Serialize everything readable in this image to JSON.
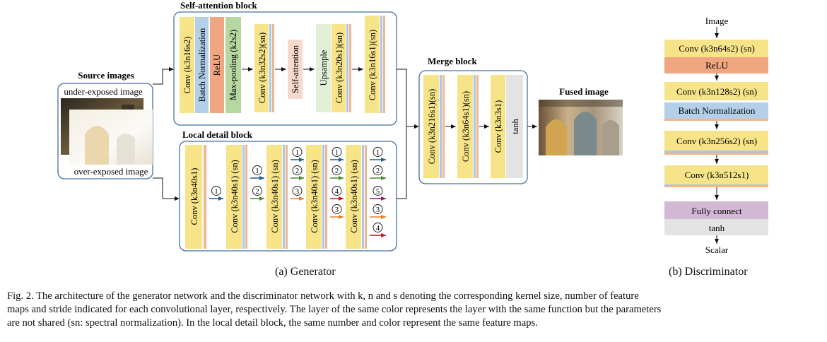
{
  "colors": {
    "conv": "#f7e489",
    "bn": "#b4cfe8",
    "relu": "#f0a680",
    "pool": "#b7d7a0",
    "sa": "#f7d9cc",
    "up": "#e2efd8",
    "tanh": "#e3e3e3",
    "fc": "#d3b8d6",
    "thin_orange": "#f2b68e",
    "thin_blue": "#a9c7e8",
    "box": "#47709e",
    "a1": "#1f5b96",
    "a2": "#4f8a2a",
    "a3": "#e87b27",
    "a4": "#c0161b",
    "a5": "#8b1a7a"
  },
  "generator": {
    "source": {
      "title": "Source images",
      "under": "under-exposed image",
      "over": "over-exposed image"
    },
    "sa": {
      "title": "Self-attention block",
      "conv1": "Conv (k3n16s2)",
      "bn": "Batch Normalization",
      "relu": "ReLU",
      "pool": "Max-pooling (k2s2)",
      "conv2": "Conv (k3n32s2)(sn)",
      "attn": "Self-attention",
      "up": "Upsample",
      "conv3": "Conv (k3n20s1)(sn)",
      "conv4": "Conv (k3n16s1)(sn)"
    },
    "ld": {
      "title": "Local detail block",
      "conv1": "Conv (k3n40s1)",
      "conv2": "Conv (k3n40s1) (sn)",
      "conv3": "Conv (k3n40s1) (sn)",
      "conv4": "Conv (k3n40s1) (sn)",
      "conv5": "Conv (k3n40s1) (sn)",
      "g1": [
        "1"
      ],
      "g2": [
        "1",
        "2"
      ],
      "g3": [
        "1",
        "2",
        "3"
      ],
      "g4": [
        "1",
        "2",
        "4",
        "3"
      ],
      "g5": [
        "1",
        "2",
        "5",
        "3",
        "4"
      ]
    },
    "merge": {
      "title": "Merge block",
      "conv1": "Conv (k3n216s1)(sn)",
      "conv2": "Conv (k3n64s1)(sn)",
      "conv3": "Conv (k3n3s1)",
      "tanh": "tanh"
    },
    "fused": {
      "title": "Fused image"
    },
    "label": "(a) Generator"
  },
  "discriminator": {
    "input": "Image",
    "c1": "Conv (k3n64s2) (sn)",
    "relu": "ReLU",
    "c2": "Conv (k3n128s2) (sn)",
    "bn": "Batch Normalization",
    "c3": "Conv (k3n256s2) (sn)",
    "c4": "Conv (k3n512s1)",
    "fc": "Fully connect",
    "tanh": "tanh",
    "output": "Scalar",
    "label": "(b) Discriminator"
  },
  "caption": {
    "line1": "Fig. 2.   The architecture of the generator network and the discriminator network with k, n and s denoting the corresponding kernel size, number of feature",
    "line2": "maps and stride indicated for each convolutional layer, respectively. The layer of the same color represents the layer with the same function but the parameters",
    "line3": "are not shared (sn: spectral normalization). In the local detail block, the same number and color represent the same feature maps."
  }
}
